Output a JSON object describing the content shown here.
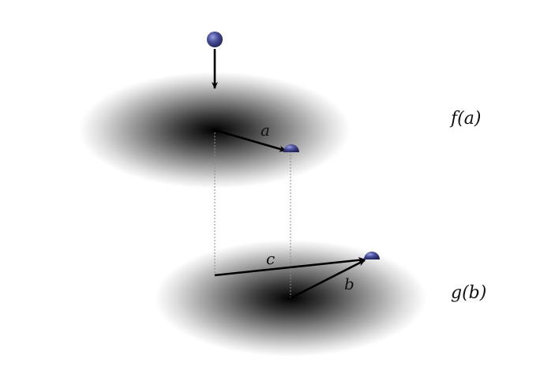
{
  "labels": {
    "top_distribution": "f(a)",
    "bottom_distribution": "g(b)",
    "vector_a": "a",
    "vector_b": "b",
    "vector_c": "c"
  },
  "colors": {
    "background": "#ffffff",
    "particle": "#3a3f86",
    "particle_highlight": "#8a90d8",
    "arrow": "#000000",
    "dashed_guides": "#8a8a8a",
    "cloud_center": "#000000",
    "cloud_edge": "#ffffff"
  }
}
